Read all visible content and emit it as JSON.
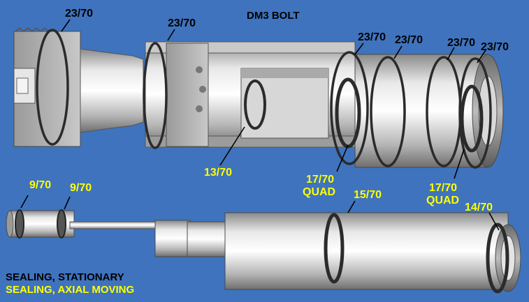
{
  "title": "DM3 BOLT",
  "colors": {
    "background": "#3f73bd",
    "stationary_label": "#000000",
    "moving_label": "#ffff00"
  },
  "labels": {
    "top_orings": [
      "23/70",
      "23/70",
      "23/70",
      "23/70",
      "23/70",
      "23/70"
    ],
    "inner_small": "13/70",
    "quad_left": "17/70",
    "quad_right": "17/70",
    "quad_word": "QUAD",
    "front_left": "9/70",
    "front_right": "9/70",
    "mid": "15/70",
    "rear": "14/70"
  },
  "legend": {
    "stationary": "SEALING, STATIONARY",
    "moving": "SEALING, AXIAL MOVING"
  }
}
